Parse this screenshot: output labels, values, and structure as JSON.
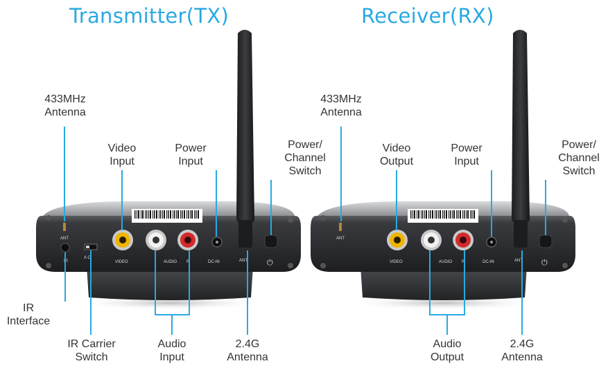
{
  "tx": {
    "title": "Transmitter(TX)",
    "ant433": [
      "433MHz",
      "Antenna"
    ],
    "video": [
      "Video",
      "Input"
    ],
    "power": [
      "Power",
      "Input"
    ],
    "switch": [
      "Power/",
      "Channel",
      "Switch"
    ],
    "ir": [
      "IR",
      "Interface"
    ],
    "ircarrier": [
      "IR Carrier",
      "Switch"
    ],
    "audio": [
      "Audio",
      "Input"
    ],
    "ant24": [
      "2.4G",
      "Antenna"
    ],
    "panel": {
      "ant": "ANT",
      "ir": "IR",
      "ac": "A  C",
      "video": "VIDEO",
      "audio": "AUDIO",
      "r": "R",
      "dcin": "DC-IN",
      "ant2": "ANT"
    }
  },
  "rx": {
    "title": "Receiver(RX)",
    "ant433": [
      "433MHz",
      "Antenna"
    ],
    "video": [
      "Video",
      "Output"
    ],
    "power": [
      "Power",
      "Input"
    ],
    "switch": [
      "Power/",
      "Channel",
      "Switch"
    ],
    "audio": [
      "Audio",
      "Output"
    ],
    "ant24": [
      "2.4G",
      "Antenna"
    ],
    "panel": {
      "ant": "ANT",
      "video": "VIDEO",
      "audio": "AUDIO",
      "r": "R",
      "dcin": "DC-IN",
      "ant2": "ANT"
    }
  },
  "colors": {
    "title": "#29a9e1",
    "leader": "#29a9e1",
    "rca_video": "#f0b400",
    "rca_white": "#f2f2f2",
    "rca_red": "#d42a2a",
    "body": "#2a2b2e"
  }
}
